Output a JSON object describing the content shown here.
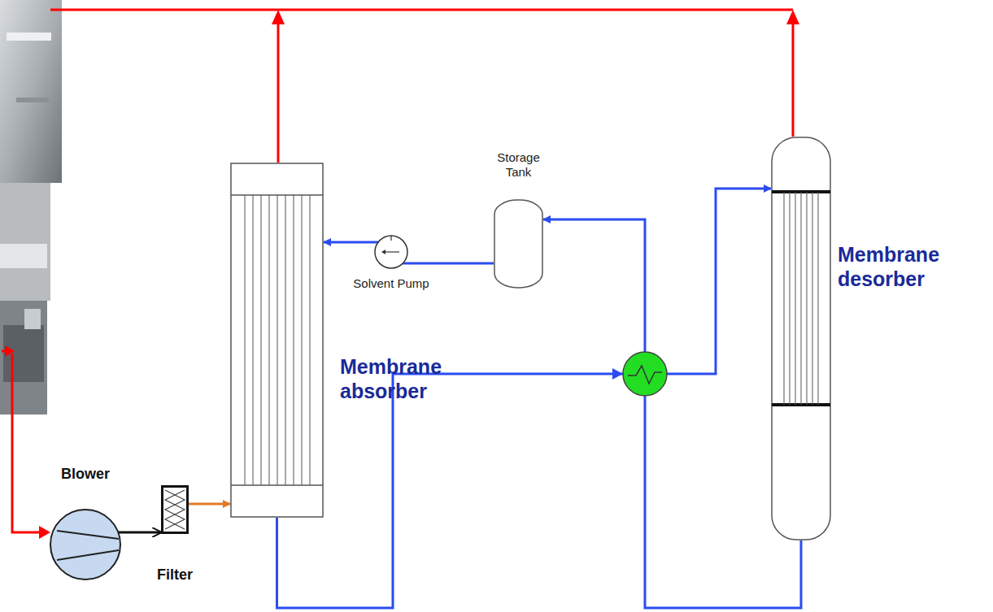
{
  "diagram": {
    "nodes": [
      {
        "text": [
          "Storage Tank"
        ]
      },
      {
        "text": [
          "Solvent Pump"
        ]
      },
      {
        "text": [
          "Membrane absorber"
        ]
      },
      {
        "text": [
          "Membrane desorber"
        ]
      },
      {
        "text": [
          "Blower"
        ]
      },
      {
        "text": [
          "Filter"
        ]
      }
    ],
    "edges": [
      {
        "from": 0,
        "to": 1,
        "arrow": "none"
      },
      {
        "from": 1,
        "to": 2,
        "arrow": "to"
      },
      {
        "from": 2,
        "to": 3,
        "arrow": "to"
      },
      {
        "from": 3,
        "to": 0,
        "arrow": "to"
      },
      {
        "from": 4,
        "to": 5,
        "arrow": "to"
      },
      {
        "from": 5,
        "to": 2,
        "arrow": "to"
      }
    ]
  }
}
